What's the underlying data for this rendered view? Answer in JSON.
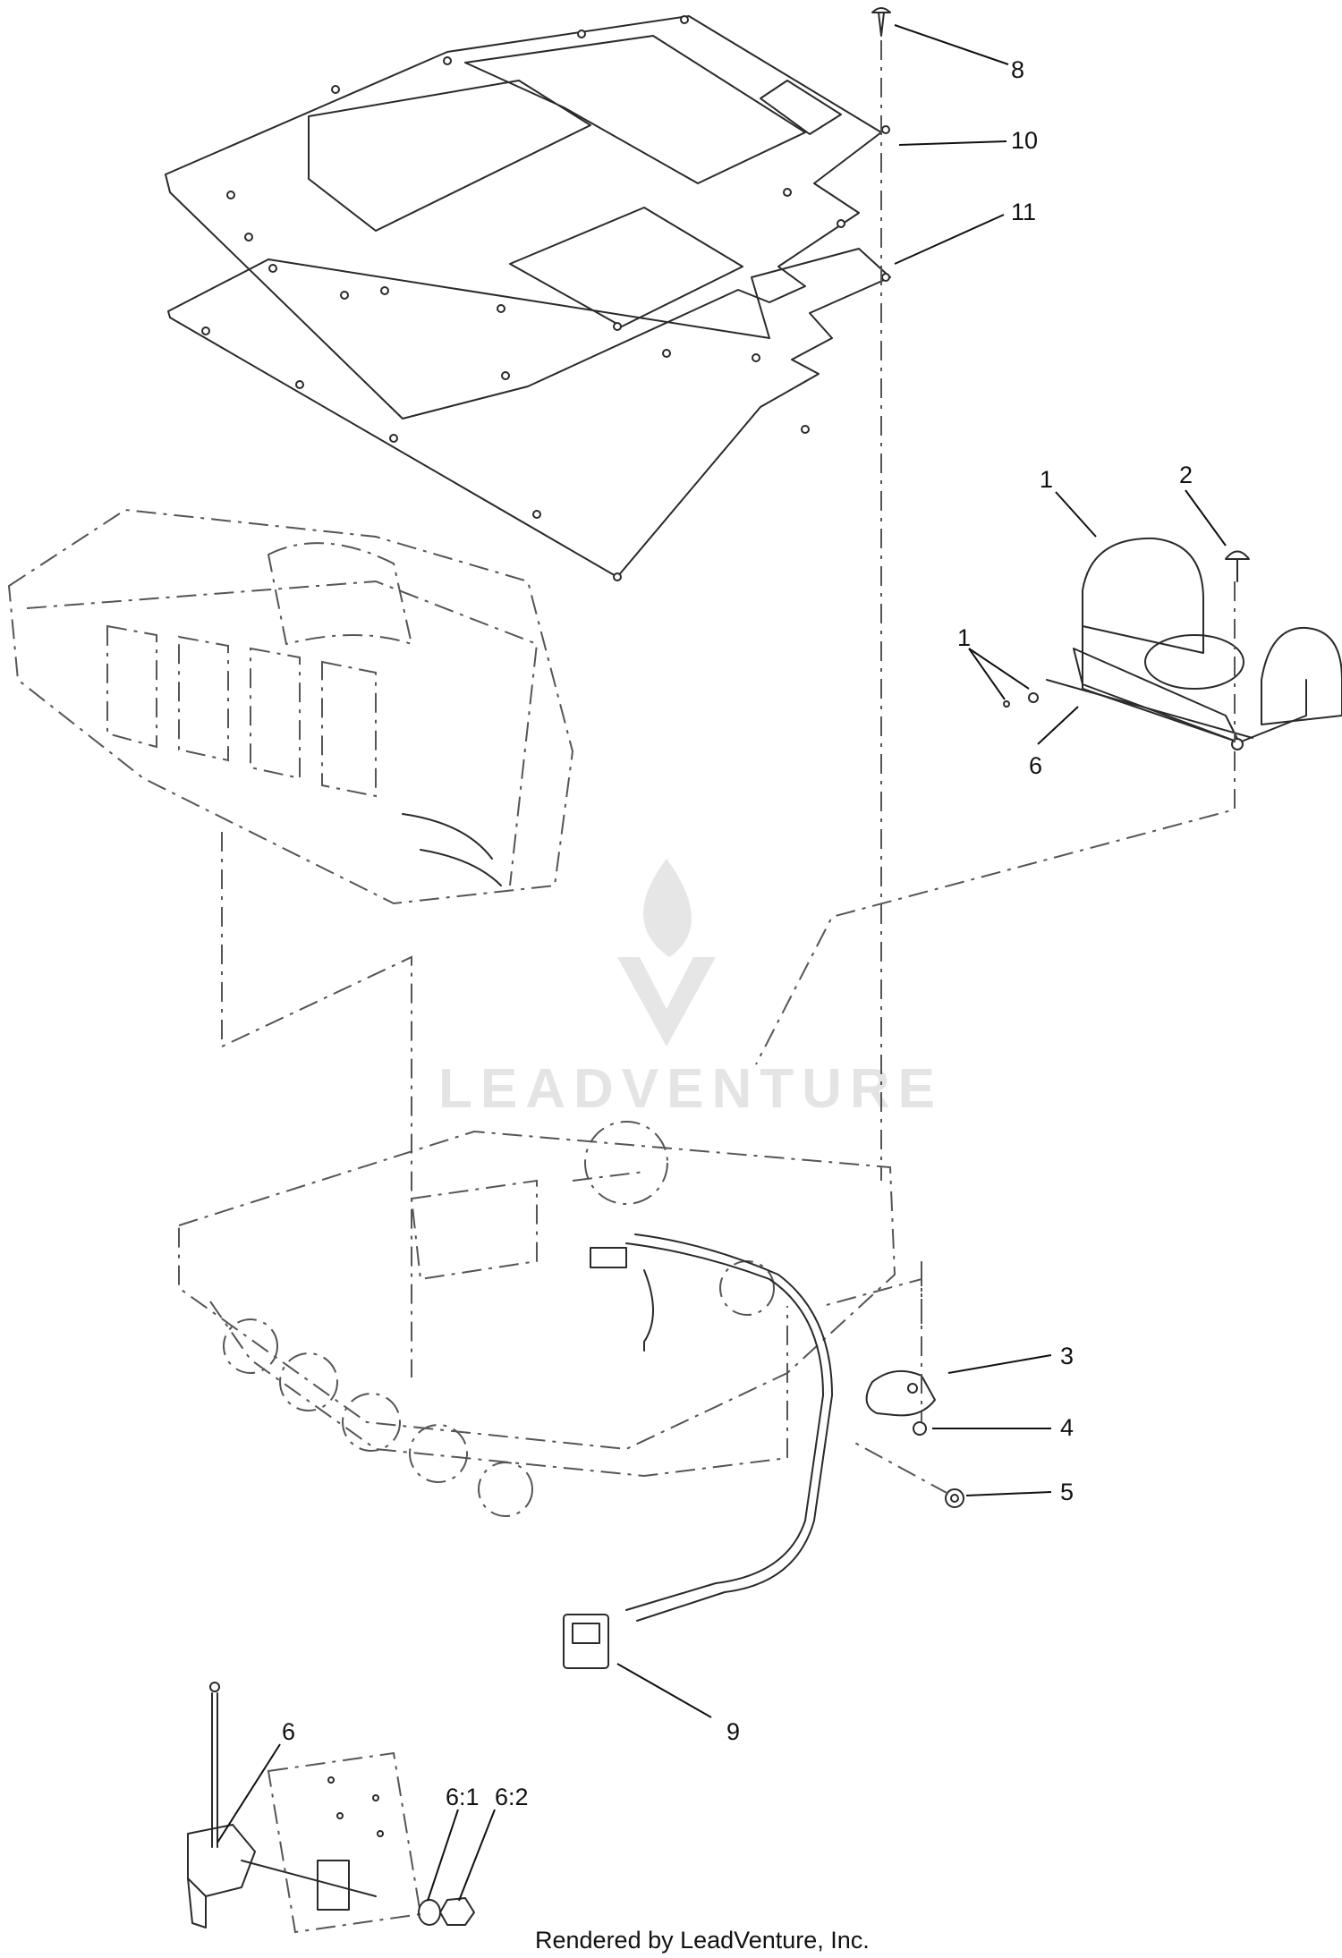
{
  "callouts": [
    {
      "id": "c8",
      "label": "8"
    },
    {
      "id": "c10",
      "label": "10"
    },
    {
      "id": "c11",
      "label": "11"
    },
    {
      "id": "c1a",
      "label": "1"
    },
    {
      "id": "c2",
      "label": "2"
    },
    {
      "id": "c1b",
      "label": "1"
    },
    {
      "id": "c6a",
      "label": "6"
    },
    {
      "id": "c3",
      "label": "3"
    },
    {
      "id": "c4",
      "label": "4"
    },
    {
      "id": "c5",
      "label": "5"
    },
    {
      "id": "c9",
      "label": "9"
    },
    {
      "id": "c6b",
      "label": "6"
    },
    {
      "id": "c61",
      "label": "6:1"
    },
    {
      "id": "c62",
      "label": "6:2"
    }
  ],
  "watermark": {
    "brand": "LEADVENTURE"
  },
  "footer": {
    "text": "Rendered by LeadVenture, Inc."
  }
}
